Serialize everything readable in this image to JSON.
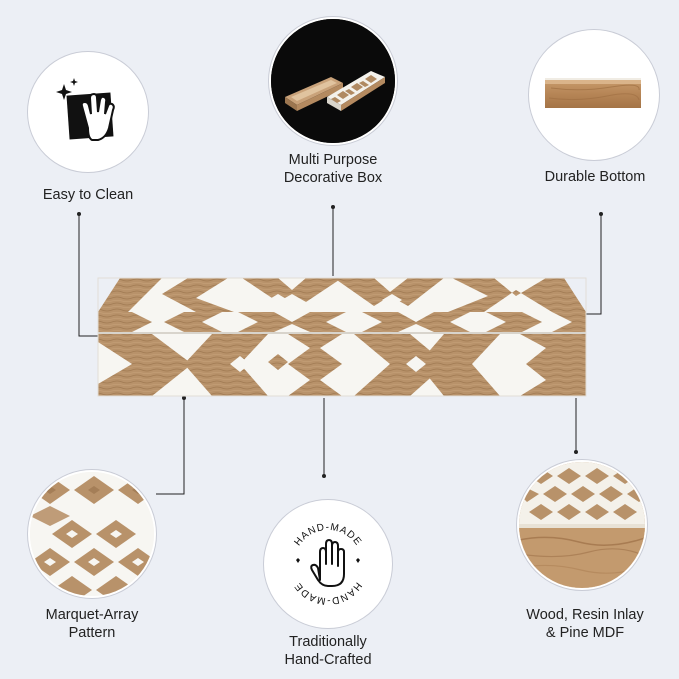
{
  "features": {
    "easy_clean": {
      "line1": "Easy to Clean",
      "icon": "cleaning-hand-icon"
    },
    "multi_purpose": {
      "line1": "Multi Purpose",
      "line2": "Decorative Box"
    },
    "durable_bottom": {
      "line1": "Durable Bottom"
    },
    "marquetry": {
      "line1": "Marquet-Array",
      "line2": "Pattern"
    },
    "handcrafted": {
      "line1": "Traditionally",
      "line2": "Hand-Crafted",
      "badge_text": "HAND-MADE",
      "icon": "open-hand-icon"
    },
    "materials": {
      "line1": "Wood, Resin Inlay",
      "line2": "& Pine MDF"
    }
  },
  "colors": {
    "background": "#eceff5",
    "wood": "#b8926a",
    "inlay": "#f7f6f2",
    "leader_line": "#222222"
  }
}
